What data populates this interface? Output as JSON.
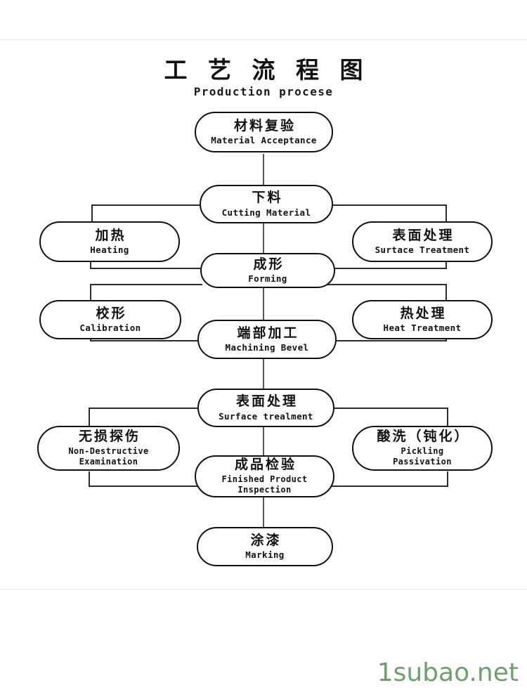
{
  "title": {
    "cn": "工 艺 流 程 图",
    "en": "Production procese"
  },
  "watermark": "1subao.net",
  "colors": {
    "node_border": "#111111",
    "connector": "#2b2b2b",
    "watermark": "#6f9e6f",
    "background": "#ffffff"
  },
  "flowchart": {
    "type": "process-flow",
    "orientation": "vertical",
    "main_chain": [
      "material-acceptance",
      "cutting-material",
      "forming",
      "machining-bevel",
      "surface-treatment-2",
      "finished-product-inspection",
      "marking"
    ],
    "nodes": [
      {
        "id": "material-acceptance",
        "cn": "材料复验",
        "en": "Material Acceptance",
        "column": "center",
        "step": 1
      },
      {
        "id": "cutting-material",
        "cn": "下料",
        "en": "Cutting Material",
        "column": "center",
        "step": 2
      },
      {
        "id": "heating",
        "cn": "加热",
        "en": "Heating",
        "column": "left",
        "step": 2
      },
      {
        "id": "surtace-treatment",
        "cn": "表面处理",
        "en": "Surtace Treatment",
        "column": "right",
        "step": 2
      },
      {
        "id": "forming",
        "cn": "成形",
        "en": "Forming",
        "column": "center",
        "step": 3
      },
      {
        "id": "calibration",
        "cn": "校形",
        "en": "Calibration",
        "column": "left",
        "step": 3
      },
      {
        "id": "heat-treatment",
        "cn": "热处理",
        "en": "Heat Treatment",
        "column": "right",
        "step": 3
      },
      {
        "id": "machining-bevel",
        "cn": "端部加工",
        "en": "Machining Bevel",
        "column": "center",
        "step": 4
      },
      {
        "id": "surface-treatment-2",
        "cn": "表面处理",
        "en": "Surface trealment",
        "column": "center",
        "step": 5
      },
      {
        "id": "non-destructive-examination",
        "cn": "无损探伤",
        "en": "Non-Destructive\nExamination",
        "column": "left",
        "step": 5
      },
      {
        "id": "pickling-passivation",
        "cn": "酸洗（钝化）",
        "en": "Pickling\nPassivation",
        "column": "right",
        "step": 5
      },
      {
        "id": "finished-product-inspection",
        "cn": "成品检验",
        "en": "Finished Product\nInspection",
        "column": "center",
        "step": 6
      },
      {
        "id": "marking",
        "cn": "涂漆",
        "en": "Marking",
        "column": "center",
        "step": 7
      }
    ]
  }
}
